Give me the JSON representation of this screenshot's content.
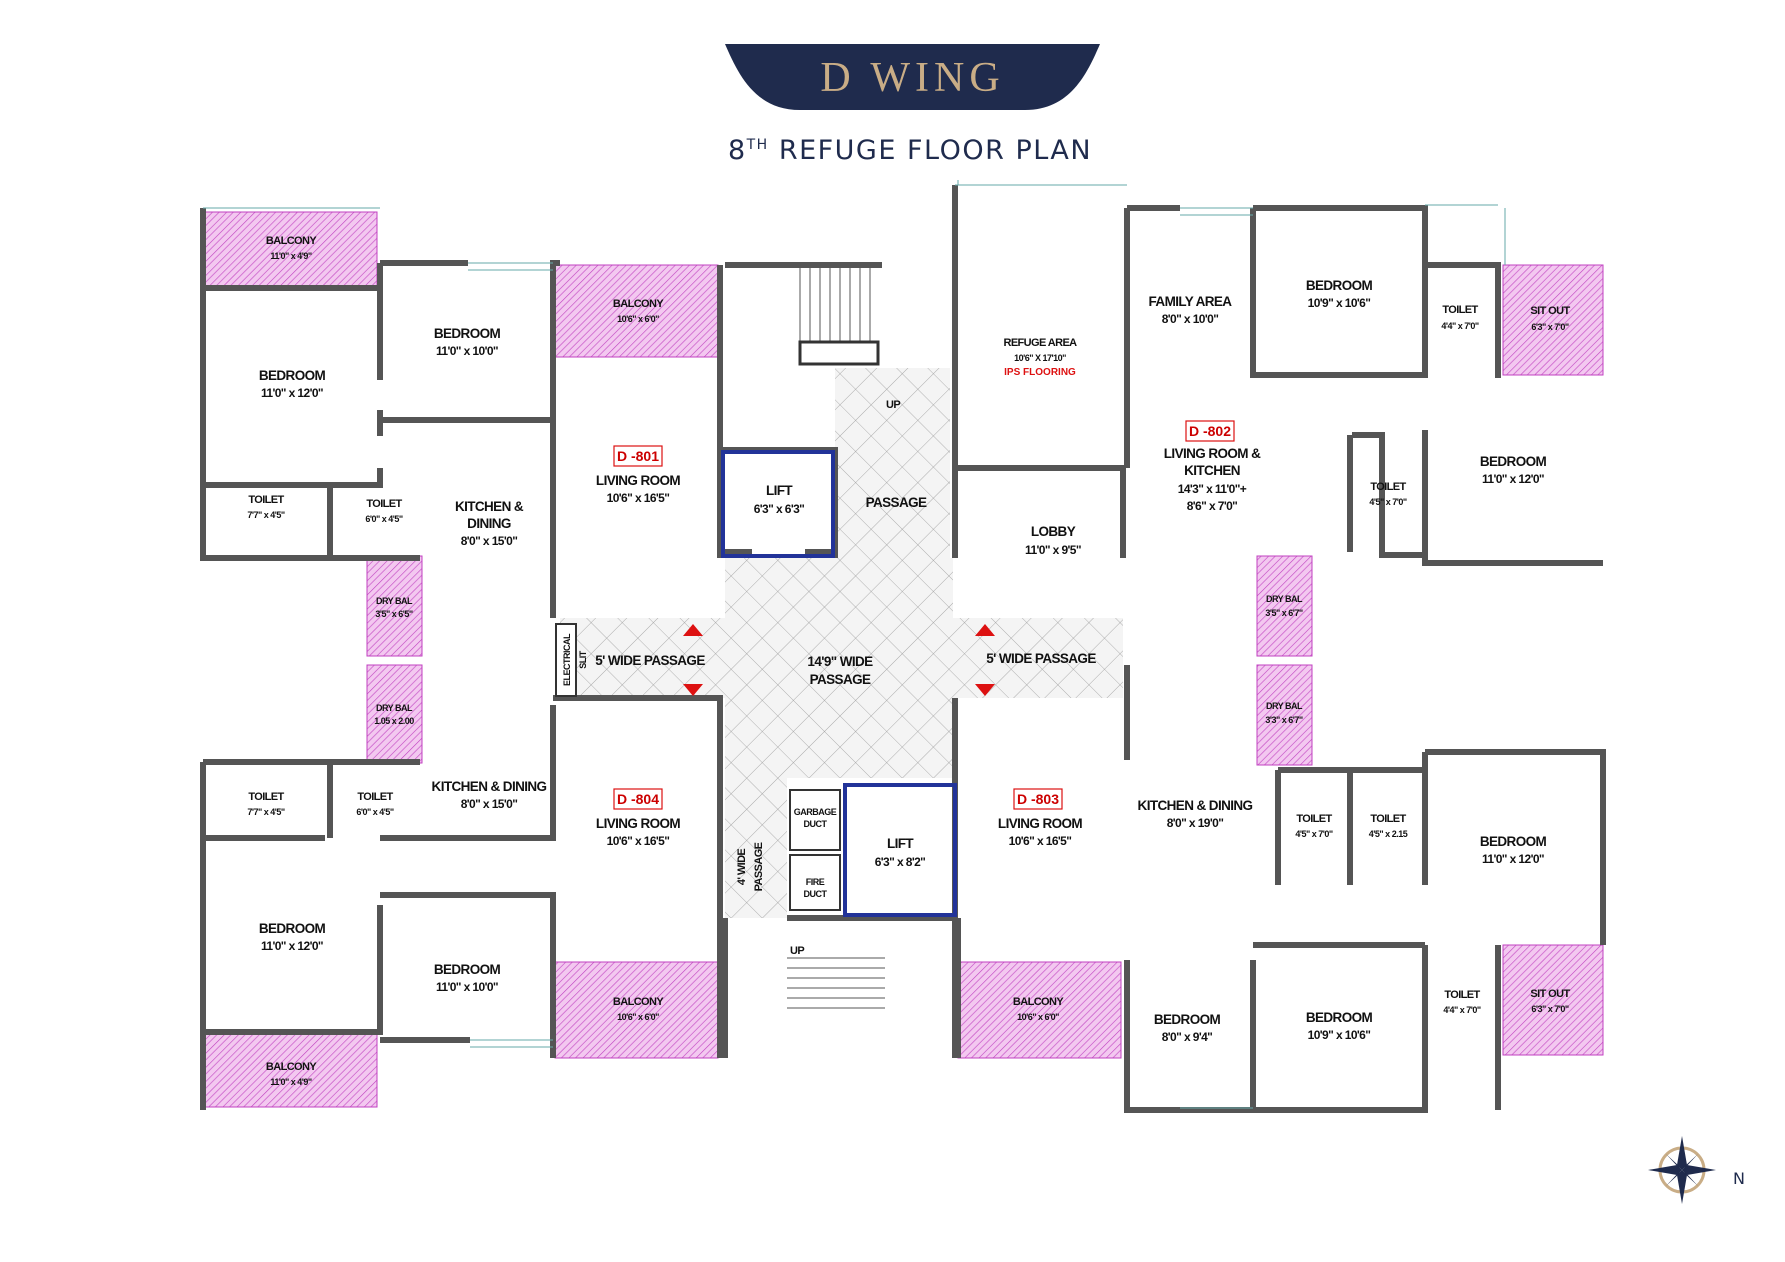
{
  "title": "D WING",
  "subtitle": {
    "main": "8",
    "sup": "TH",
    "rest": "REFUGE FLOOR PLAN"
  },
  "colors": {
    "banner": "#1f2b4d",
    "banner_text": "#c9ad86",
    "wall": "#555555",
    "hatch_pink": "#cc44cc",
    "unit_tag": "#d11111"
  },
  "units": {
    "d801": {
      "tag": "D -801"
    },
    "d802": {
      "tag": "D -802"
    },
    "d803": {
      "tag": "D -803"
    },
    "d804": {
      "tag": "D -804"
    }
  },
  "rooms": {
    "tl_balcony": {
      "name": "BALCONY",
      "size": "11'0\" x 4'9\""
    },
    "tl_bedroom_big": {
      "name": "BEDROOM",
      "size": "11'0\" x 12'0\""
    },
    "tl_bedroom": {
      "name": "BEDROOM",
      "size": "11'0\" x 10'0\""
    },
    "tl_toilet1": {
      "name": "TOILET",
      "size": "7'7\" x 4'5\""
    },
    "tl_toilet2": {
      "name": "TOILET",
      "size": "6'0\" x 4'5\""
    },
    "tl_kitchen": {
      "name1": "KITCHEN &",
      "name2": "DINING",
      "size": "8'0\" x 15'0\""
    },
    "tl_drybal": {
      "name": "DRY BAL",
      "size": "3'5\" x 6'5\""
    },
    "d801_balcony": {
      "name": "BALCONY",
      "size": "10'6\" x 6'0\""
    },
    "d801_living": {
      "name": "LIVING ROOM",
      "size": "10'6\" x 16'5\""
    },
    "bl_drybal": {
      "name": "DRY BAL",
      "size": "1.05 x 2.00"
    },
    "bl_toilet1": {
      "name": "TOILET",
      "size": "7'7\" x 4'5\""
    },
    "bl_toilet2": {
      "name": "TOILET",
      "size": "6'0\" x 4'5\""
    },
    "bl_kitchen": {
      "name": "KITCHEN & DINING",
      "size": "8'0\" x 15'0\""
    },
    "bl_bedroom_big": {
      "name": "BEDROOM",
      "size": "11'0\" x 12'0\""
    },
    "bl_bedroom": {
      "name": "BEDROOM",
      "size": "11'0\" x 10'0\""
    },
    "bl_balcony": {
      "name": "BALCONY",
      "size": "11'0\" x 4'9\""
    },
    "d804_living": {
      "name": "LIVING ROOM",
      "size": "10'6\" x 16'5\""
    },
    "d804_balcony": {
      "name": "BALCONY",
      "size": "10'6\" x 6'0\""
    },
    "lift1": {
      "name": "LIFT",
      "size": "6'3\" x 6'3\""
    },
    "lift2": {
      "name": "LIFT",
      "size": "6'3\" x 8'2\""
    },
    "passage": {
      "name": "PASSAGE"
    },
    "central_passage": {
      "name1": "14'9\" WIDE",
      "name2": "PASSAGE"
    },
    "left_passage": {
      "name": "5' WIDE PASSAGE"
    },
    "right_passage": {
      "name": "5' WIDE PASSAGE"
    },
    "electrical": {
      "name1": "ELECTRICAL",
      "name2": "SLIT"
    },
    "four_passage": {
      "name1": "4' WIDE",
      "name2": "PASSAGE"
    },
    "garbage": {
      "name1": "GARBAGE",
      "name2": "DUCT"
    },
    "fire": {
      "name1": "FIRE",
      "name2": "DUCT"
    },
    "up_top": "UP",
    "up_bottom": "UP",
    "refuge": {
      "name": "REFUGE AREA",
      "size": "10'6\" X 17'10\"",
      "note": "IPS FLOORING"
    },
    "lobby": {
      "name": "LOBBY",
      "size": "11'0\" x 9'5\""
    },
    "d803_living": {
      "name": "LIVING ROOM",
      "size": "10'6\" x 16'5\""
    },
    "d803_balcony": {
      "name": "BALCONY",
      "size": "10'6\" x 6'0\""
    },
    "tr_family": {
      "name": "FAMILY AREA",
      "size": "8'0\" x 10'0\""
    },
    "tr_bedroom1": {
      "name": "BEDROOM",
      "size": "10'9\" x 10'6\""
    },
    "tr_toilet1": {
      "name": "TOILET",
      "size": "4'4\" x 7'0\""
    },
    "tr_sitout": {
      "name": "SIT OUT",
      "size": "6'3\" x 7'0\""
    },
    "d802_living": {
      "name1": "LIVING ROOM &",
      "name2": "KITCHEN",
      "size1": "14'3\" x 11'0\"+",
      "size2": "8'6\" x 7'0\""
    },
    "tr_toilet2": {
      "name": "TOILET",
      "size": "4'5\" x 7'0\""
    },
    "tr_bedroom2": {
      "name": "BEDROOM",
      "size": "11'0\" x 12'0\""
    },
    "tr_drybal": {
      "name": "DRY BAL",
      "size": "3'5\" x 6'7\""
    },
    "br_drybal": {
      "name": "DRY BAL",
      "size": "3'3\" x 6'7\""
    },
    "br_kitchen": {
      "name": "KITCHEN & DINING",
      "size": "8'0\" x 19'0\""
    },
    "br_toilet1": {
      "name": "TOILET",
      "size": "4'5\" x 7'0\""
    },
    "br_toilet2": {
      "name": "TOILET",
      "size": "4'5\" x 2.15"
    },
    "br_bedroom_big": {
      "name": "BEDROOM",
      "size": "11'0\" x 12'0\""
    },
    "br_bedroom_small": {
      "name": "BEDROOM",
      "size": "8'0\" x 9'4\""
    },
    "br_bedroom": {
      "name": "BEDROOM",
      "size": "10'9\" x 10'6\""
    },
    "br_toilet3": {
      "name": "TOILET",
      "size": "4'4\" x 7'0\""
    },
    "br_sitout": {
      "name": "SIT OUT",
      "size": "6'3\" x 7'0\""
    }
  },
  "compass": {
    "label": "N"
  }
}
